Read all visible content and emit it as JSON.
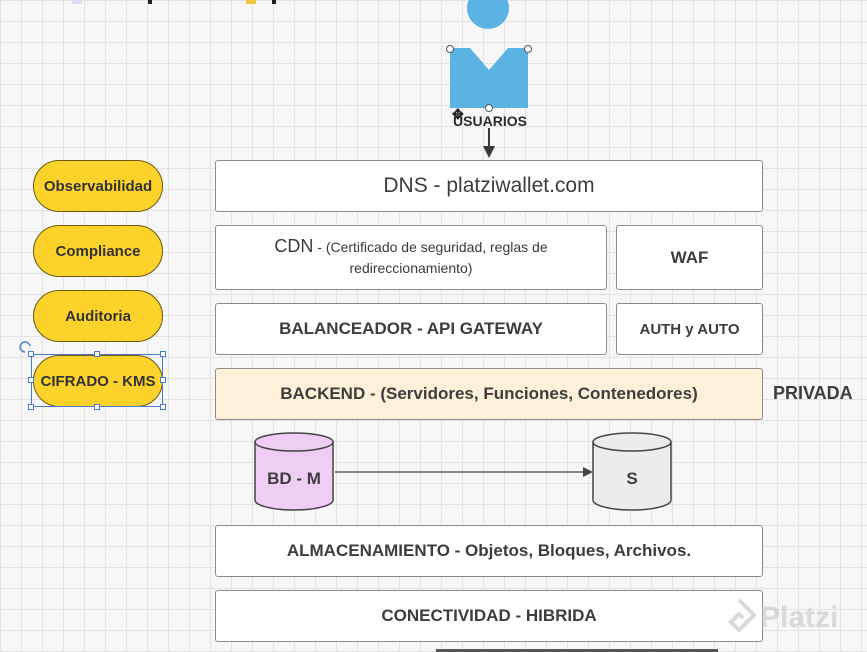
{
  "user": {
    "label": "USUARIOS"
  },
  "layers": {
    "dns": "DNS - platziwallet.com",
    "cdn_main": "CDN",
    "cdn_note": " - (Certificado de seguridad, reglas de redireccionamiento)",
    "waf": "WAF",
    "balancer": "BALANCEADOR - API GATEWAY",
    "auth": "AUTH y AUTO",
    "backend": "BACKEND - (Servidores, Funciones, Contenedores)",
    "private_label": "PRIVADA",
    "storage": "ALMACENAMIENTO - Objetos, Bloques, Archivos.",
    "connectivity": "CONECTIVIDAD - HIBRIDA"
  },
  "databases": {
    "main": "BD - M",
    "secondary": "S"
  },
  "side_pills": [
    "Observabilidad",
    "Compliance",
    "Auditoria",
    "CIFRADO - KMS"
  ],
  "watermark": "Platzi",
  "colors": {
    "pill_fill": "#fdd22a",
    "backend_fill": "#fff1d9",
    "user_icon": "#5bb3e3",
    "db_main_fill": "#f0cdf4",
    "db_secondary_fill": "#ececec",
    "selection": "#4a7bd0"
  }
}
